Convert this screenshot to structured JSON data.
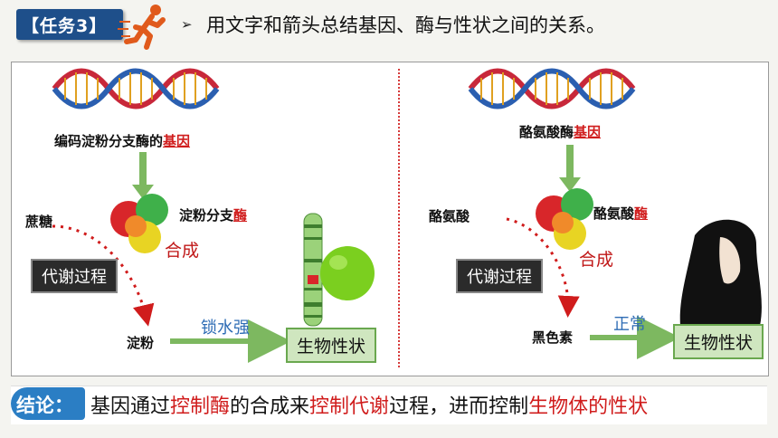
{
  "header": {
    "task_label": "【任务3】",
    "bullet": "➢",
    "title": "用文字和箭头总结基因、酶与性状之间的关系。"
  },
  "left": {
    "gene_prefix": "编码淀粉分支酶的",
    "gene_highlight": "基因",
    "enzyme_prefix": "淀粉分支",
    "enzyme_highlight": "酶",
    "substrate": "蔗糖",
    "synthesis": "合成",
    "process": "代谢过程",
    "product": "淀粉",
    "effect": "锁水强",
    "trait": "生物性状"
  },
  "right": {
    "gene_prefix": "酪氨酸酶",
    "gene_highlight": "基因",
    "enzyme_prefix": "酪氨酸",
    "enzyme_highlight": "酶",
    "substrate": "酪氨酸",
    "synthesis": "合成",
    "process": "代谢过程",
    "product": "黑色素",
    "effect": "正常",
    "trait": "生物性状"
  },
  "conclusion": {
    "tag": "结论：",
    "p1": "基因通过",
    "p2": "控制酶",
    "p3": "的合成来",
    "p4": "控制代谢",
    "p5": "过程，进而控制",
    "p6": "生物体的性状"
  },
  "colors": {
    "accent_blue": "#1e4f8a",
    "highlight_red": "#d01c1c",
    "arrow_green": "#7db860",
    "dna_red": "#c8283a",
    "dna_blue": "#2b5fb0"
  }
}
